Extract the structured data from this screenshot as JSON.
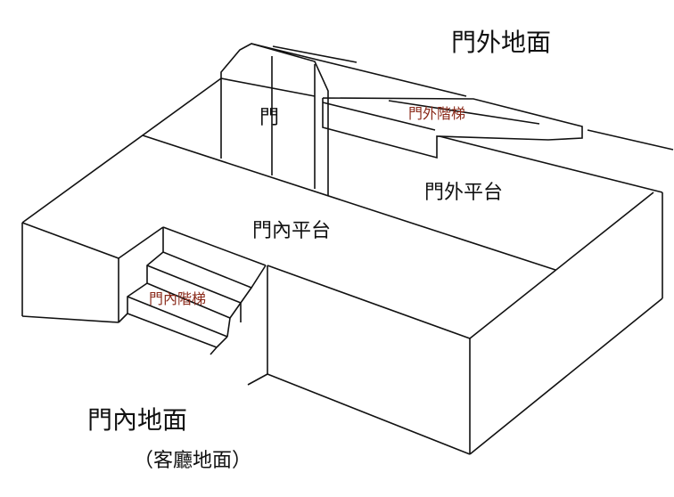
{
  "labels": {
    "outside_ground": "門外地面",
    "door": "門",
    "outside_stairs": "門外階梯",
    "outside_platform": "門外平台",
    "inside_platform": "門內平台",
    "inside_stairs": "門內階梯",
    "inside_ground": "門內地面",
    "living_room_floor": "（客廳地面）"
  },
  "colors": {
    "line": "#111111",
    "stairs_label": "#8a2a1a"
  }
}
